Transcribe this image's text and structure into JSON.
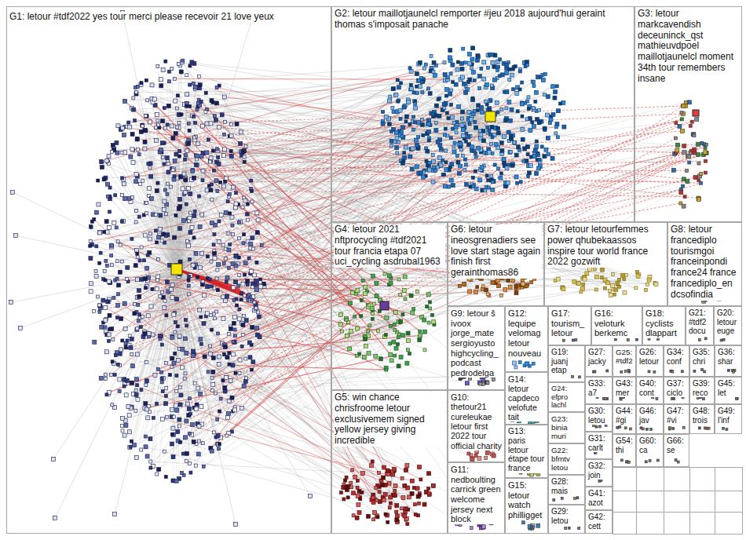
{
  "diagram": {
    "nodes": [
      {
        "text": [
          "G1: letour #tdf2022 yes tour merci please recevoir 21 love yeux"
        ]
      },
      {
        "text": [
          "G2: letour maillotjaunelcl remporter #jeu 2018 aujourd'hui geraint thomas s'imposait panache"
        ]
      },
      {
        "text": [
          "G3: letour markcavendish deceuninck_qst mathieuvdpoel maillotjaunelcl moment 34th tour remembers insane"
        ]
      },
      {
        "text": [
          "G4: letour 2021 nftprocycling #tdf2021 tour francia etapa 07 uci_cycling asdrubal1963"
        ]
      },
      {
        "text": [
          "G6: letour ineosgrenadiers see love start stage again finish first gerainthomas86"
        ]
      },
      {
        "text": [
          "G7: letour letourfemmes power qhubekaassos inspire tour world france 2022 gozwift"
        ]
      },
      {
        "text": [
          "G8: letour francediplo tourismgoi franceinpondi france24 france francediplo_en dcsofindia"
        ]
      },
      {
        "text": [
          "G9: letour š ivoox jorge_mate sergioyusto highcycling_ podcast pedrodelga"
        ]
      },
      {
        "text": [
          "G12: lequipe velomag letour nouveau"
        ]
      },
      {
        "text": [
          "G17: tourism_ letour"
        ]
      },
      {
        "text": [
          "G16: veloturk berkemc"
        ]
      },
      {
        "text": [
          "G18: cyclists dlappart"
        ]
      },
      {
        "text": [
          "G21: #tdf2 docu"
        ]
      },
      {
        "text": [
          "G20: letour euge"
        ]
      },
      {
        "text": [
          "G19: juanj etap"
        ]
      },
      {
        "text": [
          "G27: jacky"
        ]
      },
      {
        "text": [
          "G25: #tdf2"
        ]
      },
      {
        "text": [
          "G26: letour"
        ]
      },
      {
        "text": [
          "G34: conf"
        ]
      },
      {
        "text": [
          "G35: chri"
        ]
      },
      {
        "text": [
          "G36: shar"
        ]
      },
      {
        "text": [
          "G14: letour capdeco velofute tait"
        ]
      },
      {
        "text": [
          "G24: efpro lachl"
        ]
      },
      {
        "text": [
          "G33: a7"
        ]
      },
      {
        "text": [
          "G43: mer"
        ]
      },
      {
        "text": [
          "G40: cont"
        ]
      },
      {
        "text": [
          "G37: ciclo"
        ]
      },
      {
        "text": [
          "G39: reco"
        ]
      },
      {
        "text": [
          "G45: let"
        ]
      },
      {
        "text": [
          "G5: win chance chrisfroome letour exclusivemem signed yellow jersey giving incredible"
        ]
      },
      {
        "text": [
          "G10: thetour21 cureleukae letour first 2022 tour official charity"
        ]
      },
      {
        "text": [
          "G30: letou"
        ]
      },
      {
        "text": [
          "G44: #gi"
        ]
      },
      {
        "text": [
          "G46: jav"
        ]
      },
      {
        "text": [
          "G47: #vi"
        ]
      },
      {
        "text": [
          "G48: trois"
        ]
      },
      {
        "text": [
          "G49: l'inf"
        ]
      },
      {
        "text": [
          "G23: binia muri"
        ]
      },
      {
        "text": [
          "G13: paris letour étape tour france"
        ]
      },
      {
        "text": [
          "G31: carlt"
        ]
      },
      {
        "text": [
          "G54: thi"
        ]
      },
      {
        "text": [
          "G60: ca"
        ]
      },
      {
        "text": [
          "G66: se"
        ]
      },
      {
        "text": [
          "G22: bfmtv letou"
        ]
      },
      {
        "text": [
          "G32: join"
        ]
      },
      {
        "text": [
          "G11: nedboulting carrick green welcome jersey next block"
        ]
      },
      {
        "text": [
          "G15: letour watch philligget"
        ]
      },
      {
        "text": [
          "G28: mais"
        ]
      },
      {
        "text": [
          "G41: azot"
        ]
      },
      {
        "text": [
          "G29: letou"
        ]
      },
      {
        "text": [
          "G42: cett"
        ]
      }
    ]
  }
}
